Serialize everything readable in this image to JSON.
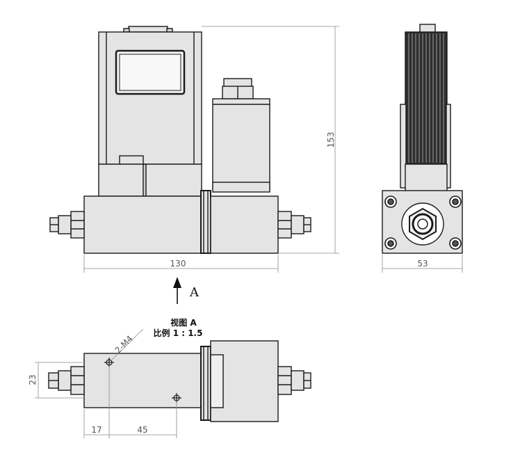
{
  "front_view": {
    "height_dim": "153",
    "width_dim": "130",
    "view_arrow_letter": "A"
  },
  "side_view": {
    "width_dim": "53"
  },
  "bottom_view": {
    "title": "视图 A",
    "scale": "比例 1 : 1.5",
    "thread_callout": "2-M4",
    "height_dim": "23",
    "offset_dim": "17",
    "hole_spacing_dim": "45"
  },
  "colors": {
    "body_fill": "#e4e4e4",
    "outline": "#1a1a1a",
    "dim_line": "#8a8a8a",
    "window_fill": "#f4f4f4",
    "heatsink_fill": "#2e2e2e"
  }
}
